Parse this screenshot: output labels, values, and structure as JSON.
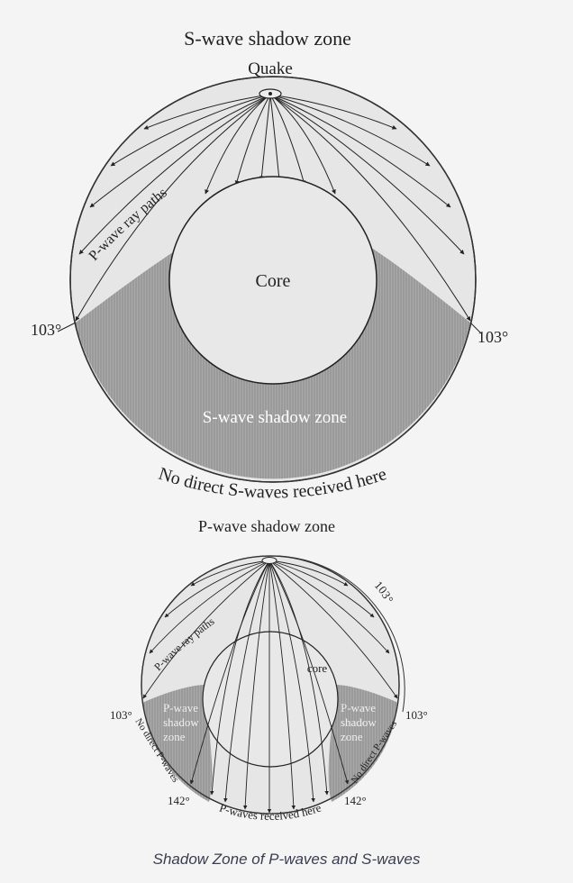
{
  "s_diagram": {
    "title": "S-wave shadow zone",
    "quake_label": "Quake",
    "ray_label": "P-wave ray paths",
    "core_label": "Core",
    "angle_left": "103°",
    "angle_right": "103°",
    "shadow_label": "S-wave shadow zone",
    "bottom_note": "No direct S-waves received here"
  },
  "p_diagram": {
    "title": "P-wave shadow zone",
    "ray_label": "P-wave ray paths",
    "core_label": "core",
    "arc_angle": "103°",
    "angle_left_103": "103°",
    "angle_right_103": "103°",
    "shadow_left": [
      "P-wave",
      "shadow",
      "zone"
    ],
    "shadow_right": [
      "P-wave",
      "shadow",
      "zone"
    ],
    "side_note_left": "No direct P-waves",
    "side_note_right": "No direct P-waves",
    "angle_left_142": "142°",
    "angle_right_142": "142°",
    "bottom_note": "P-waves received here"
  },
  "caption": "Shadow Zone of P-waves and S-waves"
}
